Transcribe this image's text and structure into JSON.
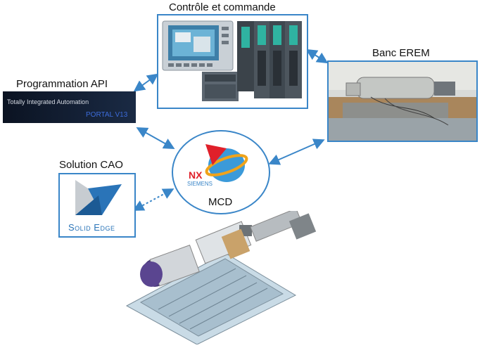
{
  "labels": {
    "control": "Contrôle et commande",
    "banc": "Banc EREM",
    "api": "Programmation API",
    "cao": "Solution CAO",
    "mcd": "MCD"
  },
  "portal": {
    "line1": "Totally Integrated Automation",
    "line2": "PORTAL V13"
  },
  "nx": {
    "brand": "NX",
    "company": "SIEMENS"
  },
  "solid_edge": {
    "text": "Solid Edge"
  },
  "colors": {
    "connector": "#3a86c8",
    "portal_bg": "#0d1628",
    "portal_version": "#3c6bd9",
    "nx_red": "#e0202a",
    "solid_edge_blue": "#2a74b8"
  }
}
